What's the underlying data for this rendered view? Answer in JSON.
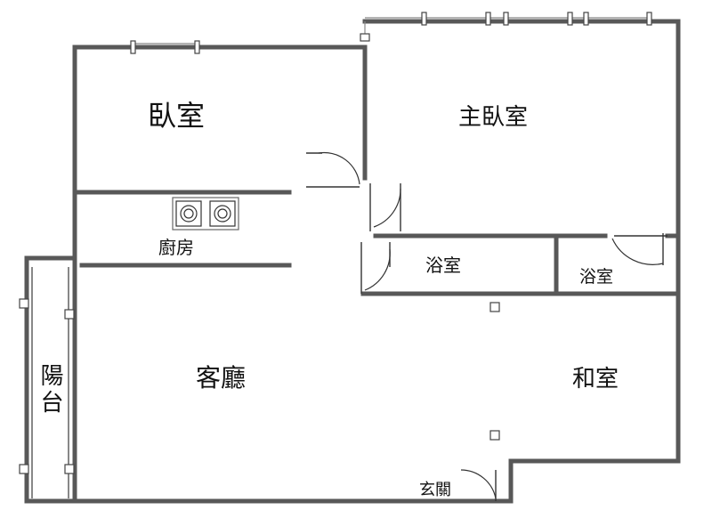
{
  "rooms": {
    "bedroom": "臥室",
    "master_bedroom": "主臥室",
    "kitchen": "廚房",
    "bathroom_1": "浴室",
    "bathroom_2": "浴室",
    "living_room": "客廳",
    "japanese_room": "和室",
    "entrance": "玄關",
    "balcony": "陽台"
  },
  "colors": {
    "wall": "#585858",
    "text": "#111111",
    "background": "#ffffff"
  }
}
